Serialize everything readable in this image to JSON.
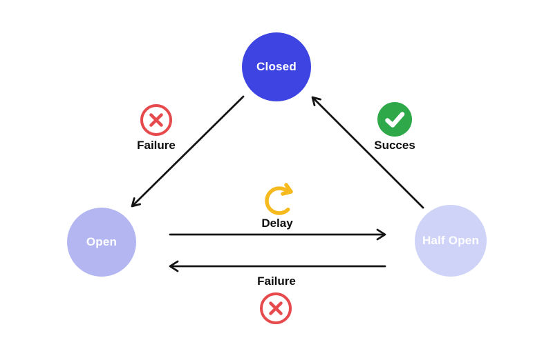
{
  "diagram": {
    "type": "state-machine",
    "nodes": {
      "closed": {
        "label": "Closed"
      },
      "open": {
        "label": "Open"
      },
      "half_open": {
        "label": "Half Open"
      }
    },
    "edges": {
      "closed_to_open": {
        "label": "Failure",
        "icon": "error-x-icon"
      },
      "half_open_to_closed": {
        "label": "Succes",
        "icon": "success-check-icon"
      },
      "open_to_half_open": {
        "label": "Delay",
        "icon": "delay-rotate-icon"
      },
      "half_open_to_open": {
        "label": "Failure",
        "icon": "error-x-icon"
      }
    }
  },
  "colors": {
    "closed_fill": "#3e44e1",
    "open_fill": "#b3b6f1",
    "half_open_fill": "#cfd3f8",
    "failure_red": "#e64a4d",
    "success_green": "#2fa84a",
    "delay_amber": "#f6b91e",
    "arrow_black": "#141414"
  }
}
